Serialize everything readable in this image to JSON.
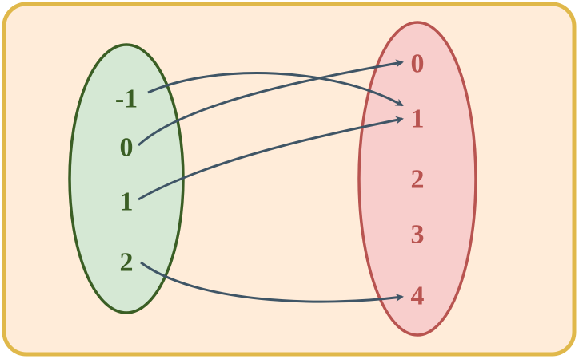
{
  "colors": {
    "frame_fill": "#ffecd9",
    "frame_stroke": "#e0b84a",
    "domain_fill": "#d5e8d4",
    "domain_stroke": "#3a5e24",
    "domain_text": "#3a5e24",
    "codomain_fill": "#f8cecc",
    "codomain_stroke": "#b85450",
    "codomain_text": "#b85450",
    "arrow": "#3f5566"
  },
  "domain": {
    "items": [
      {
        "id": "-1",
        "label": "-1"
      },
      {
        "id": "0",
        "label": "0"
      },
      {
        "id": "1",
        "label": "1"
      },
      {
        "id": "2",
        "label": "2"
      }
    ]
  },
  "codomain": {
    "items": [
      {
        "id": "0",
        "label": "0"
      },
      {
        "id": "1",
        "label": "1"
      },
      {
        "id": "2",
        "label": "2"
      },
      {
        "id": "3",
        "label": "3"
      },
      {
        "id": "4",
        "label": "4"
      }
    ]
  },
  "mappings": [
    {
      "from": "-1",
      "to": "1"
    },
    {
      "from": "0",
      "to": "0"
    },
    {
      "from": "1",
      "to": "1"
    },
    {
      "from": "2",
      "to": "4"
    }
  ]
}
